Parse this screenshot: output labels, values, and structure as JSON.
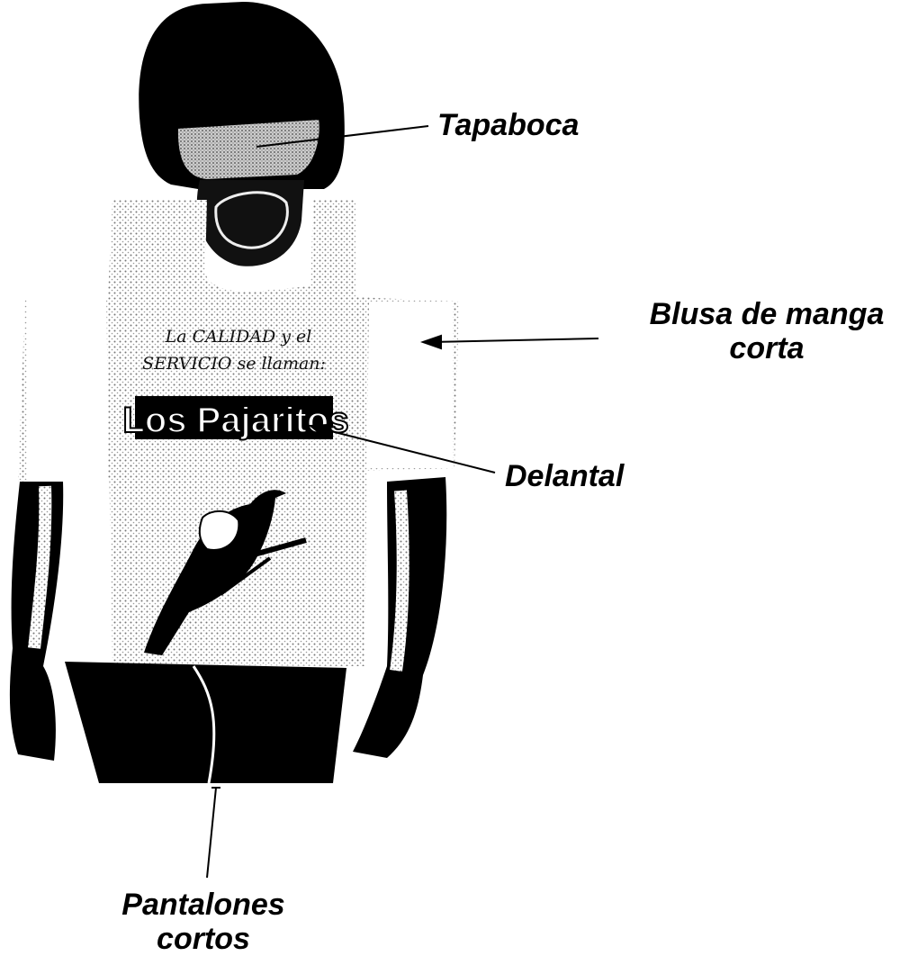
{
  "labels": {
    "tapaboca": "Tapaboca",
    "blusa_line1": "Blusa de manga",
    "blusa_line2": "corta",
    "delantal": "Delantal",
    "pantalones_line1": "Pantalones",
    "pantalones_line2": "cortos"
  },
  "shirt": {
    "line1": "La CALIDAD y el",
    "line2": "SERVICIO se llaman:",
    "brand": "Los Pajaritos"
  },
  "colors": {
    "ink": "#000000",
    "background": "#ffffff",
    "halftone": "#8a8a8a"
  }
}
